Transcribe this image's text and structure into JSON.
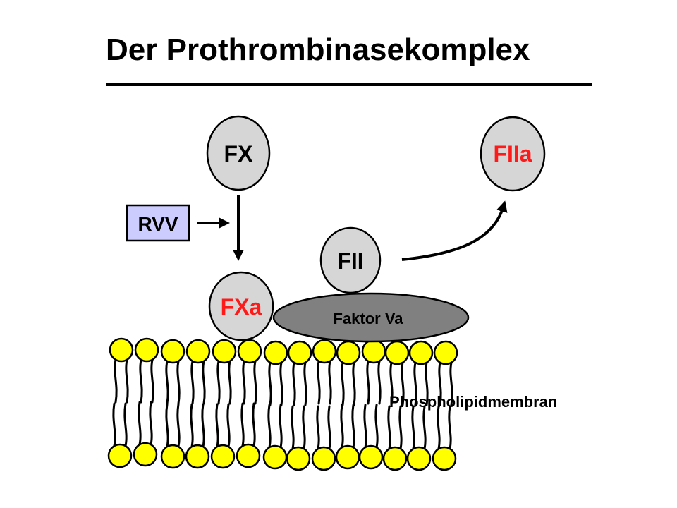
{
  "title": "Der Prothrombinasekomplex",
  "labels": {
    "fx": "FX",
    "fiia": "FIIa",
    "rvv": "RVV",
    "fii": "FII",
    "fxa": "FXa",
    "faktor_va": "Faktor Va",
    "membrane": "Phospholipidmembran"
  },
  "colors": {
    "factor_fill": "#d6d6d6",
    "activated_text": "#ff1a1a",
    "rvv_fill": "#ccccff",
    "faktor_va_fill": "#808080",
    "lipid_head": "#ffff00"
  }
}
